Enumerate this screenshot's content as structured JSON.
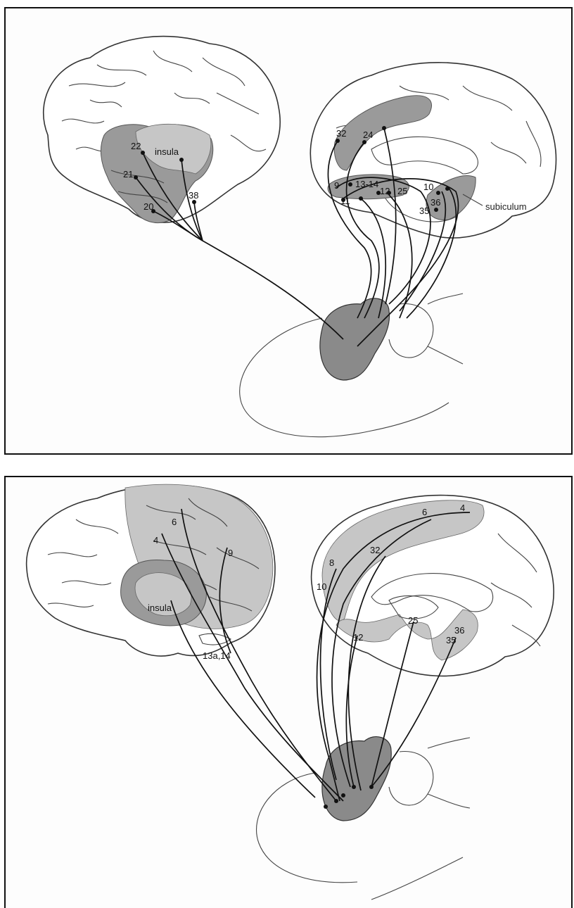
{
  "top_panel": {
    "labels": {
      "insula": "insula",
      "a22": "22",
      "a21": "21",
      "a38": "38",
      "a20": "20",
      "a32": "32",
      "a24": "24",
      "a9": "9",
      "a13_14": "13-14",
      "a12": "12",
      "a25": "25",
      "a11": "11",
      "a35": "35",
      "a36": "36",
      "a10": "10",
      "subiculum": "subiculum"
    }
  },
  "bottom_panel": {
    "labels": {
      "insula": "insula",
      "a6_lat": "6",
      "a4_lat": "4",
      "a9": "9",
      "a13a_14": "13a,14",
      "a6_med": "6",
      "a4_med": "4",
      "a32": "32",
      "a8": "8",
      "a10": "10",
      "a12": "12",
      "a25": "25",
      "a36": "36",
      "a35": "35"
    }
  }
}
